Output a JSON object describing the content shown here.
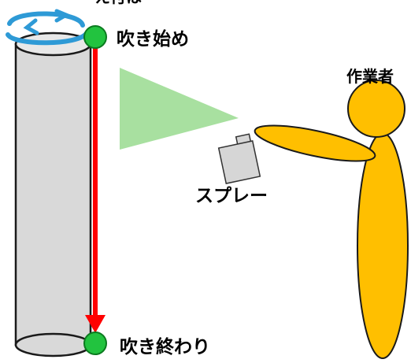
{
  "labels": {
    "rotation_partial": "え付はー",
    "start": "吹き始め",
    "end": "吹き終わり",
    "worker": "作業者",
    "spray": "スプレー"
  },
  "colors": {
    "pillar_fill": "#d9d9d9",
    "pillar_stroke": "#1a1a1a",
    "rotation_arrow": "#2e9ad6",
    "marker_fill": "#22c33f",
    "marker_stroke": "#0b7a1f",
    "path_line": "#ff0000",
    "spray_cone": "#a8e0a0",
    "spray_can_fill": "#d6d6d6",
    "worker_fill": "#ffbf00",
    "worker_stroke": "#1a1a1a"
  },
  "icons": {
    "rotation": "circular-arrow-icon",
    "marker": "circle-marker-icon"
  }
}
